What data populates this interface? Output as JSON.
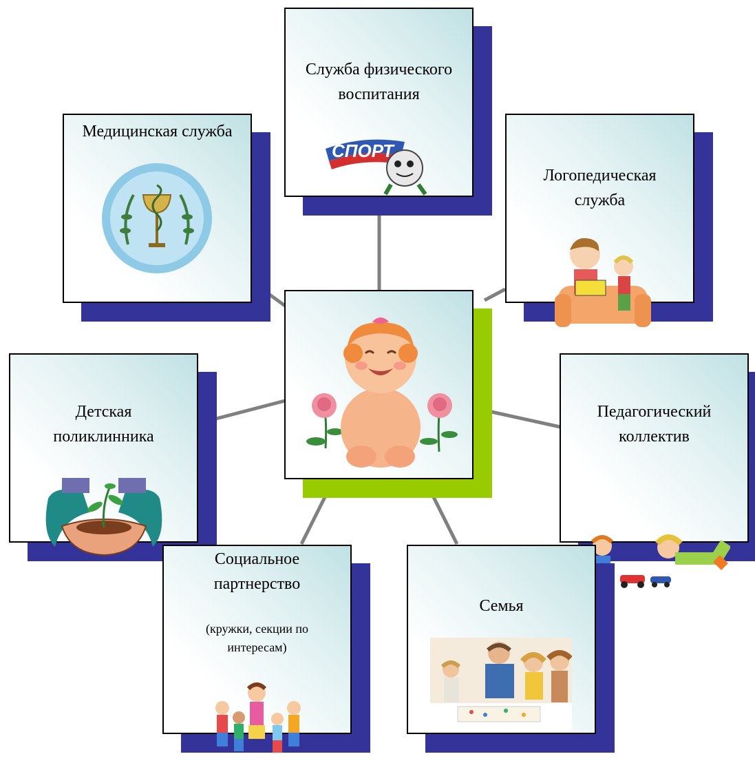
{
  "colors": {
    "shadow": "#333399",
    "center_shadow": "#99cc00",
    "connector": "#808080",
    "box_gradient_light": "#ffffff",
    "box_gradient_tint": "#bfe1e4"
  },
  "center": {
    "image": "smiling-baby-with-roses-illustration"
  },
  "nodes": {
    "sport": {
      "label": "Служба физического\nвоспитания",
      "image": "sport-logo-ball-mascot"
    },
    "medical": {
      "label": "Медицинская служба",
      "image": "caduceus-medical-emblem"
    },
    "speech": {
      "label": "Логопедическая\nслужба",
      "image": "reading-children-on-sofa"
    },
    "clinic": {
      "label": "Детская\nполиклинника",
      "image": "hands-holding-sprout"
    },
    "pedagogic": {
      "label": "Педагогический\nколлектив",
      "image": "children-playing-with-cars"
    },
    "social": {
      "label": "Социальное\nпартнерство",
      "sublabel": "(кружки, секции по\nинтересам)",
      "image": "children-group-with-teacher"
    },
    "family": {
      "label": "Семья",
      "image": "family-drawing-together-photo"
    }
  }
}
